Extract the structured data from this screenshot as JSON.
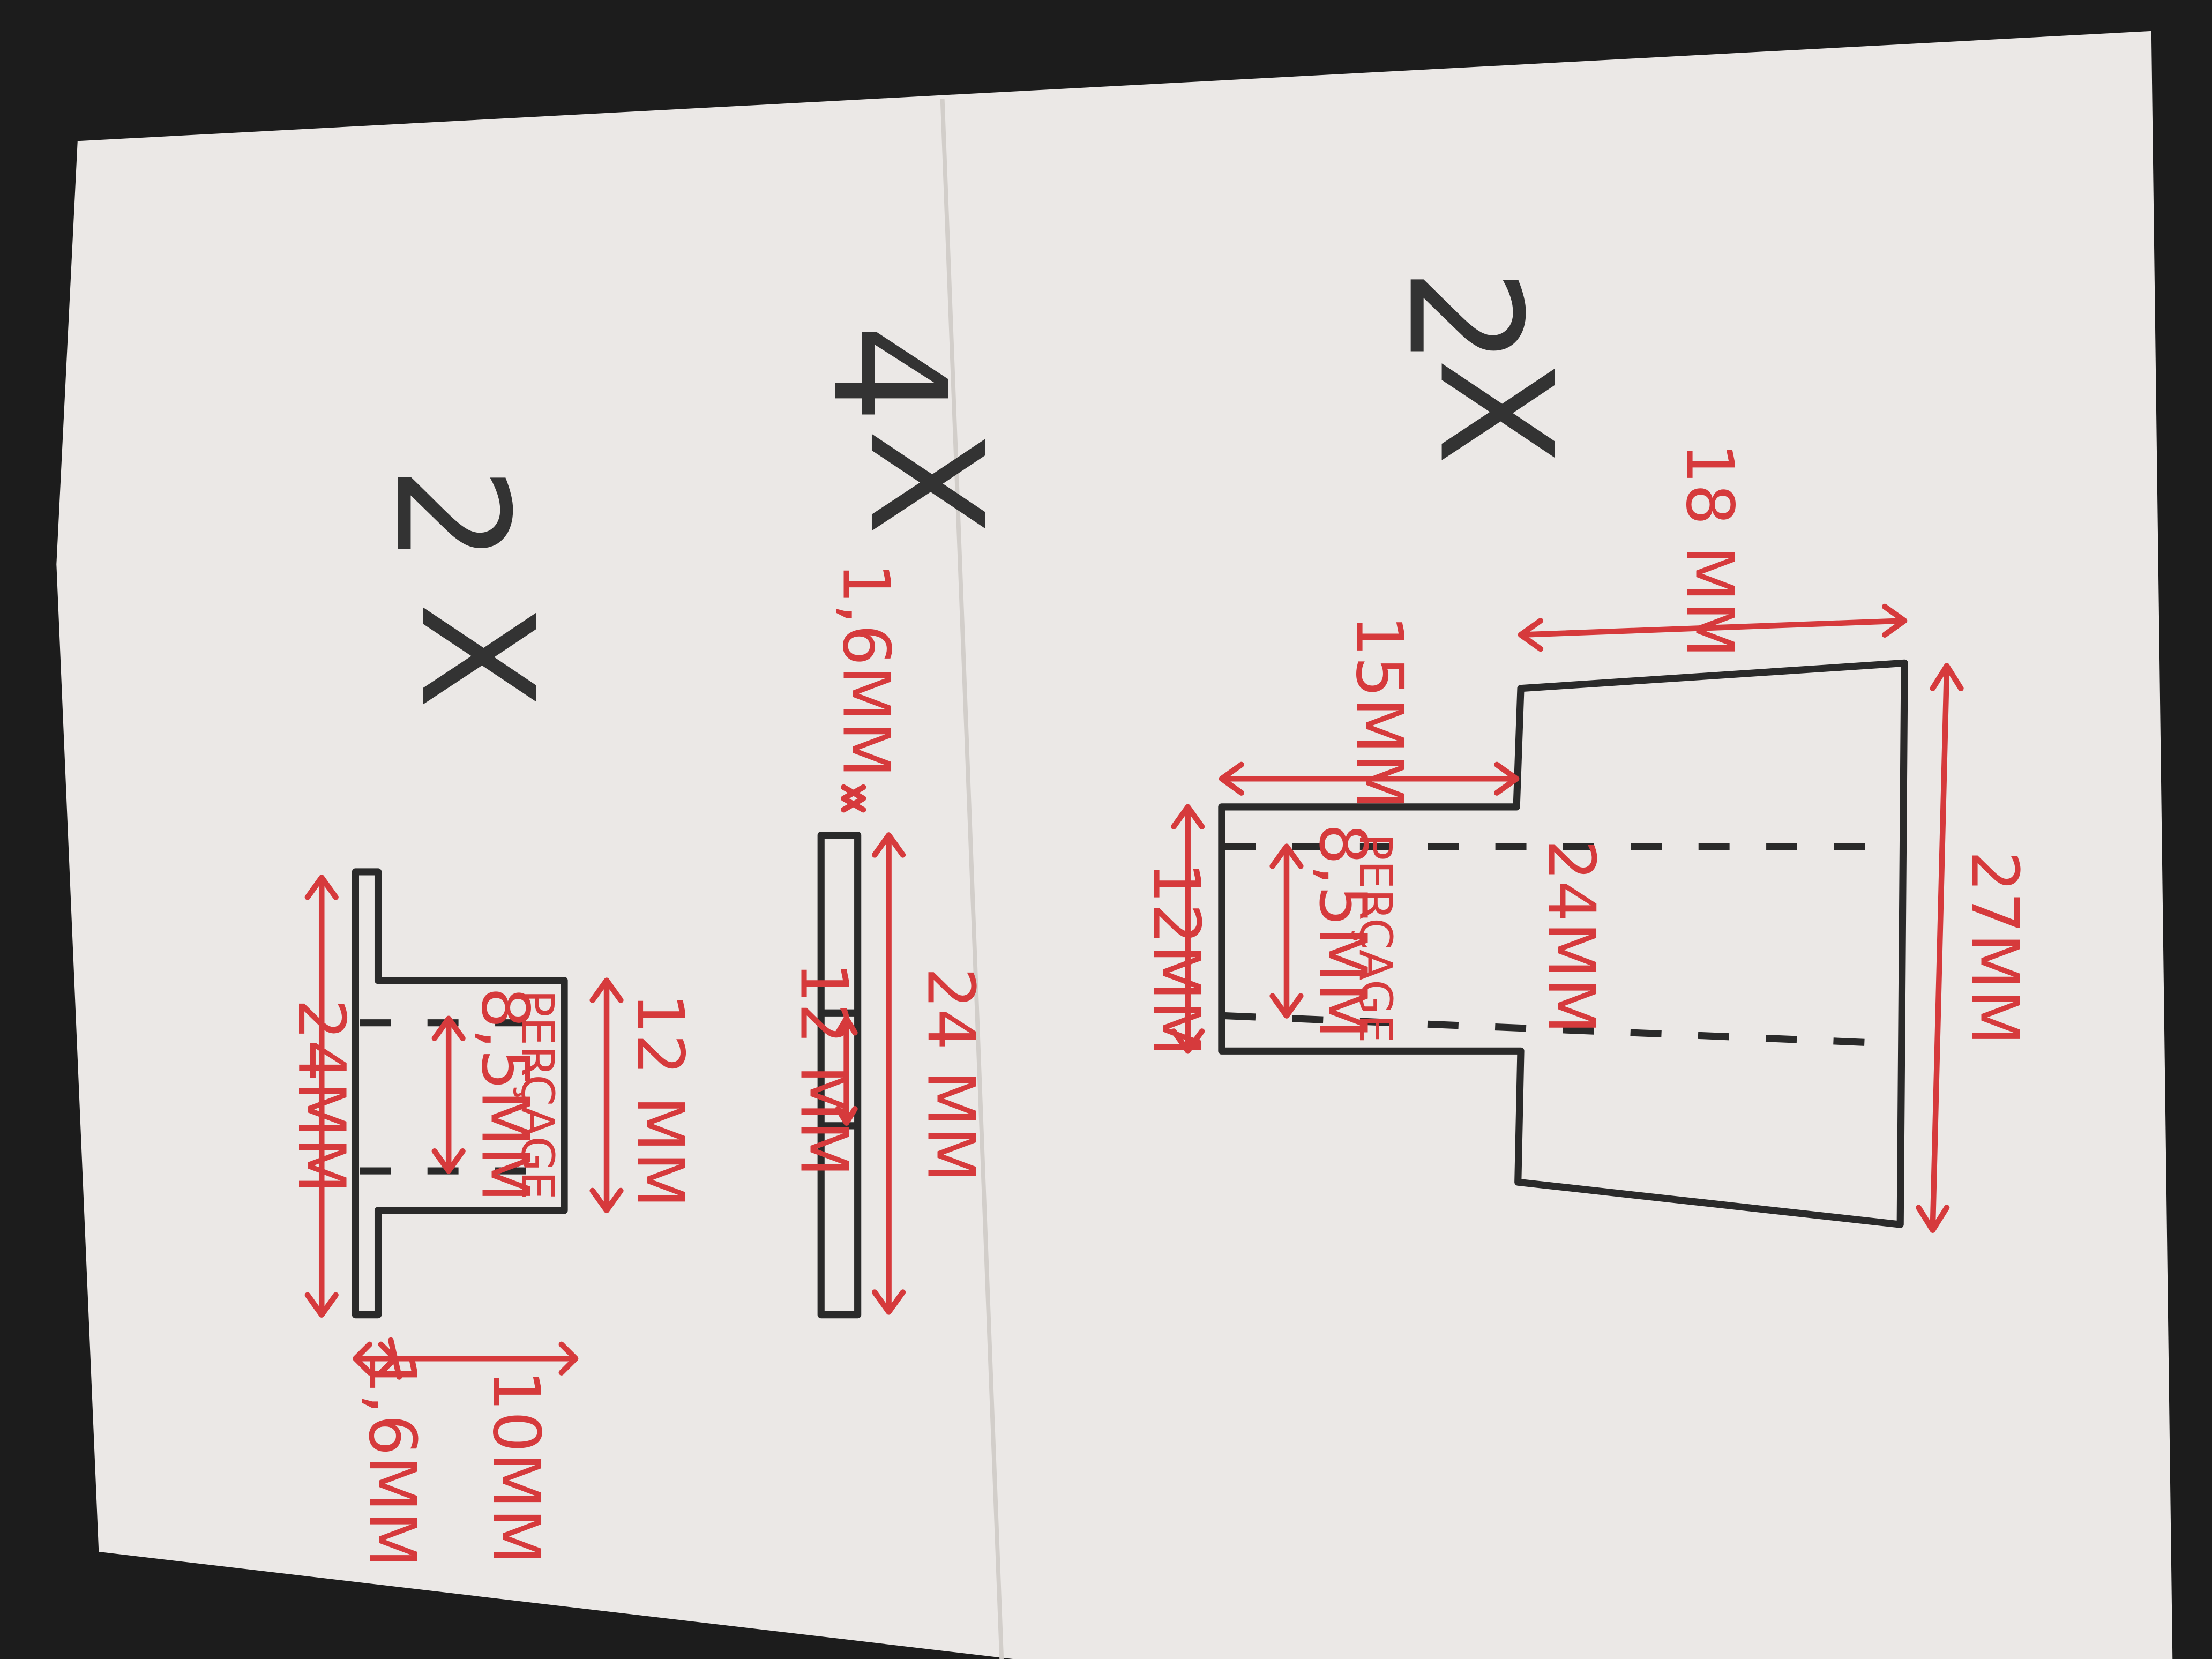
{
  "parts": [
    {
      "dims": {
        "flange_width": "24MM",
        "hub_width": "12 MM",
        "bore": "8,5MM",
        "bore_note": "PERÇAGE",
        "flange_thickness": "1,6MM",
        "hub_height": "10MM"
      },
      "quantity": {
        "x": "X",
        "n": "2"
      }
    },
    {
      "dims": {
        "inner": "12 MM",
        "width": "24 MM",
        "thickness": "1,6MM"
      },
      "quantity": {
        "x": "X",
        "n": "4"
      }
    },
    {
      "dims": {
        "top_width": "12MM",
        "top_height": "15MM",
        "bore": "8,5MM",
        "bore_note": "PERÇAGE",
        "inner_width": "24MM",
        "bottom_width": "27MM",
        "bottom_height": "18 MM"
      },
      "quantity": {
        "x": "X",
        "n": "2"
      }
    }
  ],
  "colors": {
    "paper": "#ebe8e6",
    "ink": "#2a2a2a",
    "red_ink": "#d63a3c",
    "background": "#1c1c1c"
  }
}
